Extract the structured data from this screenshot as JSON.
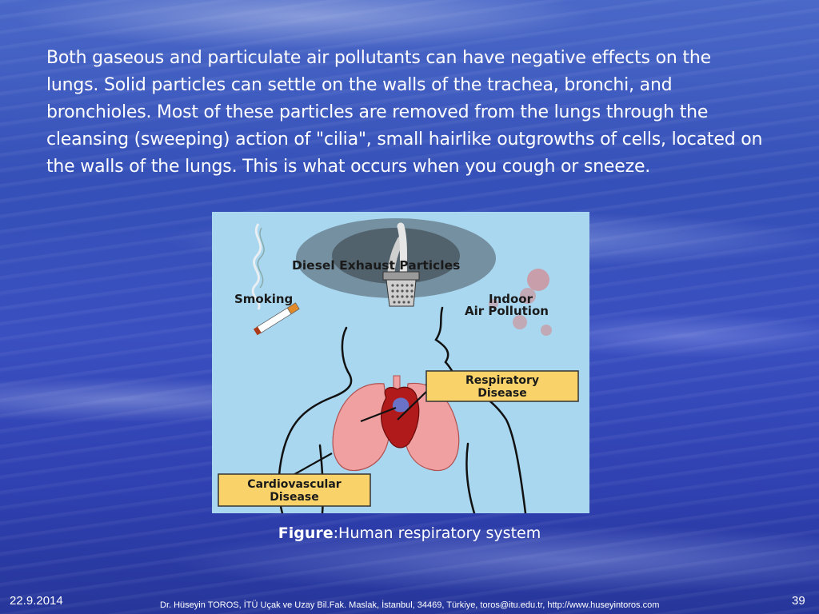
{
  "slide": {
    "body_text": "Both gaseous and particulate air pollutants can have negative effects on the lungs. Solid particles can settle on the walls of the trachea, bronchi, and bronchioles. Most of these particles are removed from the lungs through the cleansing (sweeping) action of \"cilia\", small hairlike outgrowths of cells, located on the walls of the lungs. This is what occurs when you cough or sneeze."
  },
  "figure": {
    "labels": {
      "diesel": "Diesel Exhaust Particles",
      "smoking": "Smoking",
      "indoor_line1": "Indoor",
      "indoor_line2": "Air Pollution",
      "respiratory_line1": "Respiratory",
      "respiratory_line2": "Disease",
      "cardio_line1": "Cardiovascular",
      "cardio_line2": "Disease"
    },
    "colors": {
      "background": "#a9d7ef",
      "label_box": "#f9d36a",
      "lungs": "#f0a0a0",
      "heart": "#b01a1a",
      "smoke_stack": "#8a8a8a"
    }
  },
  "caption": {
    "prefix": "Figure",
    "text": ":Human respiratory system"
  },
  "footer": {
    "date": "22.9.2014",
    "credit": "Dr. Hüseyin TOROS, İTÜ Uçak ve Uzay Bil.Fak. Maslak, İstanbul, 34469, Türkiye,  toros@itu.edu.tr, http://www.huseyintoros.com",
    "page_number": "39"
  }
}
